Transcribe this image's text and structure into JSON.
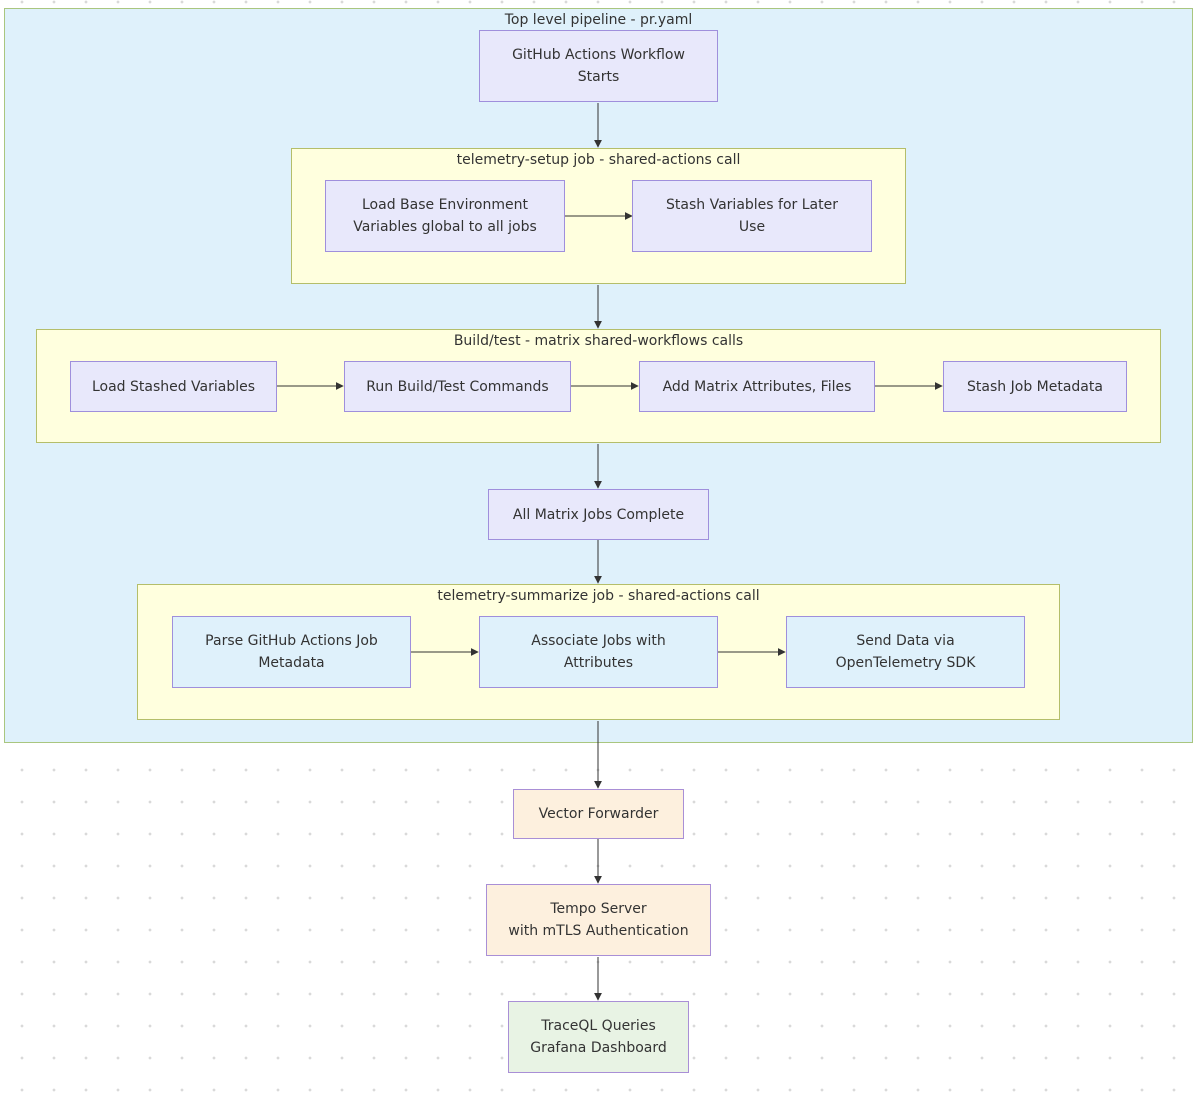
{
  "groups": {
    "top": "Top level pipeline - pr.yaml",
    "setup": "telemetry-setup job - shared-actions call",
    "build": "Build/test - matrix shared-workflows calls",
    "summarize": "telemetry-summarize job - shared-actions call"
  },
  "nodes": {
    "workflow_start": "GitHub Actions Workflow\nStarts",
    "load_base_env": "Load Base Environment\nVariables global to all jobs",
    "stash_vars": "Stash Variables for Later\nUse",
    "load_stashed": "Load Stashed Variables",
    "run_build": "Run Build/Test Commands",
    "add_matrix": "Add Matrix Attributes, Files",
    "stash_job_meta": "Stash Job Metadata",
    "matrix_complete": "All Matrix Jobs Complete",
    "parse_meta": "Parse GitHub Actions Job\nMetadata",
    "associate": "Associate Jobs with\nAttributes",
    "send_data": "Send Data via\nOpenTelemetry SDK",
    "vector": "Vector Forwarder",
    "tempo": "Tempo Server\nwith mTLS Authentication",
    "traceql": "TraceQL Queries\nGrafana Dashboard"
  },
  "colors": {
    "top_fill": "#dff1fb",
    "subgroup_fill": "#ffffde",
    "node_fill": "#e8e8fb",
    "node_border": "#9f8fdc",
    "external_fill": "#fdf0de",
    "output_fill": "#e8f3e4",
    "edge": "#333333"
  }
}
